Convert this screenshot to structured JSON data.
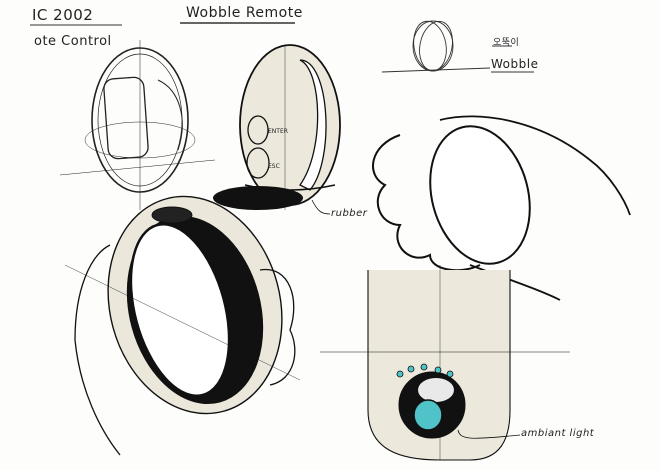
{
  "sheet": {
    "title_left": "IC 2002",
    "subtitle_left": "ote Control",
    "title_center": "Wobble Remote",
    "korean_note": "오뚝이",
    "concept_label": "Wobble",
    "callouts": {
      "rubber": "rubber",
      "ambient_light": "ambiant light"
    },
    "button_labels": {
      "enter": "ENTER",
      "esc": "ESC"
    }
  },
  "colors": {
    "ink": "#111111",
    "body_tint": "#ece8dc",
    "light_accent": "#4fc3c8"
  }
}
